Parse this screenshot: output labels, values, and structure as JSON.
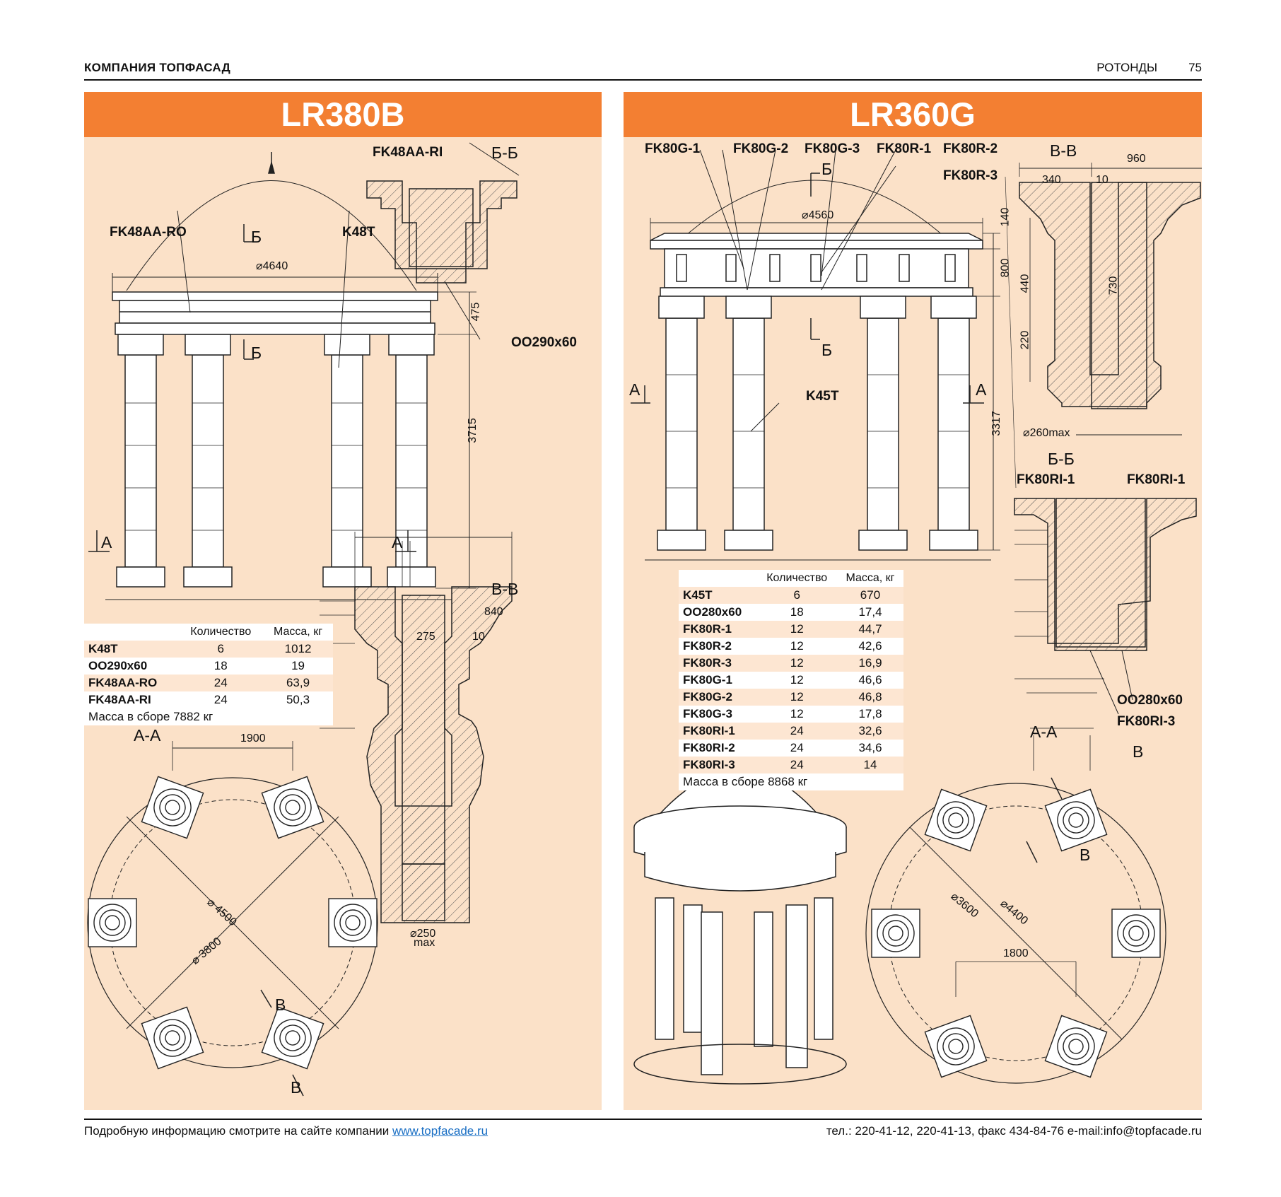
{
  "header": {
    "company": "КОМПАНИЯ ТОПФАСАД",
    "section": "РОТОНДЫ",
    "page": "75"
  },
  "left": {
    "title": "LR380B",
    "labels": {
      "cornice_inner": "FK48AA-RI",
      "cornice_outer": "FK48AA-RO",
      "column": "K48T",
      "ring": "OO290x60"
    },
    "sections": {
      "bb": "Б-Б",
      "vv": "В-В",
      "aa": "А-А",
      "b": "Б",
      "a": "А",
      "v": "В"
    },
    "dims": {
      "d_top": "⌀4640",
      "h_entab": "475",
      "h_col": "3715",
      "w_total": "840",
      "w_a": "275",
      "w_b": "10",
      "spacing": "1900",
      "d_outer": "⌀ 4500",
      "d_inner": "⌀ 3800",
      "core_d": "⌀250",
      "core_max": "max"
    },
    "table": {
      "headers": [
        "",
        "Количество",
        "Масса, кг"
      ],
      "rows": [
        {
          "name": "K48T",
          "qty": "6",
          "mass": "1012"
        },
        {
          "name": "OO290x60",
          "qty": "18",
          "mass": "19"
        },
        {
          "name": "FK48AA-RO",
          "qty": "24",
          "mass": "63,9"
        },
        {
          "name": "FK48AA-RI",
          "qty": "24",
          "mass": "50,3"
        }
      ],
      "total": "Масса в сборе 7882 кг"
    }
  },
  "right": {
    "title": "LR360G",
    "labels": {
      "g1": "FK80G-1",
      "g2": "FK80G-2",
      "g3": "FK80G-3",
      "r1": "FK80R-1",
      "r2": "FK80R-2",
      "r3": "FK80R-3",
      "column": "K45T",
      "ri1a": "FK80RI-1",
      "ri1b": "FK80RI-1",
      "ring": "OO280x60",
      "ri3": "FK80RI-3"
    },
    "sections": {
      "vv": "В-В",
      "bb": "Б-Б",
      "aa": "А-А",
      "b": "Б",
      "a": "А",
      "v": "В"
    },
    "dims": {
      "d_top": "⌀4560",
      "h_cornice": "140",
      "h_entab": "800",
      "h_col": "3317",
      "w_total": "960",
      "w_a": "340",
      "w_b": "10",
      "h1": "440",
      "h2": "730",
      "h3": "220",
      "core": "⌀260max",
      "spacing": "1800",
      "d_inner": "⌀3600",
      "d_outer": "⌀4400"
    },
    "table": {
      "headers": [
        "",
        "Количество",
        "Масса, кг"
      ],
      "rows": [
        {
          "name": "K45T",
          "qty": "6",
          "mass": "670"
        },
        {
          "name": "OO280x60",
          "qty": "18",
          "mass": "17,4"
        },
        {
          "name": "FK80R-1",
          "qty": "12",
          "mass": "44,7"
        },
        {
          "name": "FK80R-2",
          "qty": "12",
          "mass": "42,6"
        },
        {
          "name": "FK80R-3",
          "qty": "12",
          "mass": "16,9"
        },
        {
          "name": "FK80G-1",
          "qty": "12",
          "mass": "46,6"
        },
        {
          "name": "FK80G-2",
          "qty": "12",
          "mass": "46,8"
        },
        {
          "name": "FK80G-3",
          "qty": "12",
          "mass": "17,8"
        },
        {
          "name": "FK80RI-1",
          "qty": "24",
          "mass": "32,6"
        },
        {
          "name": "FK80RI-2",
          "qty": "24",
          "mass": "34,6"
        },
        {
          "name": "FK80RI-3",
          "qty": "24",
          "mass": "14"
        }
      ],
      "total": "Масса в сборе 8868 кг"
    }
  },
  "footer": {
    "info": "Подробную информацию смотрите на сайте компании",
    "site": "www.topfacade.ru",
    "contacts": "тел.: 220-41-12, 220-41-13, факс 434-84-76 e-mail:info@topfacade.ru"
  }
}
